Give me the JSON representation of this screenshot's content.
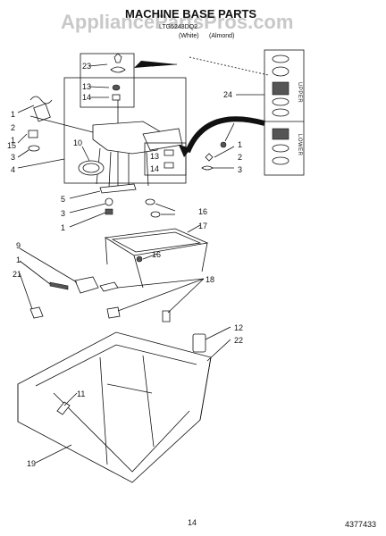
{
  "header": {
    "title": "MACHINE BASE PARTS",
    "watermark": "AppliancePartsPros.com",
    "model_line": "LTG5243DQ2",
    "color_left": "(White)",
    "color_right": "(Almond)"
  },
  "callouts": [
    "23",
    "13",
    "14",
    "24",
    "1",
    "2",
    "1",
    "15",
    "3",
    "10",
    "4",
    "13",
    "14",
    "1",
    "2",
    "3",
    "5",
    "3",
    "1",
    "16",
    "17",
    "9",
    "1",
    "21",
    "16",
    "18",
    "12",
    "22",
    "11",
    "19"
  ],
  "side_panel": {
    "upper": "UPPER",
    "lower": "LOWER"
  },
  "footer": {
    "page_number": "14",
    "part_number": "4377433"
  }
}
